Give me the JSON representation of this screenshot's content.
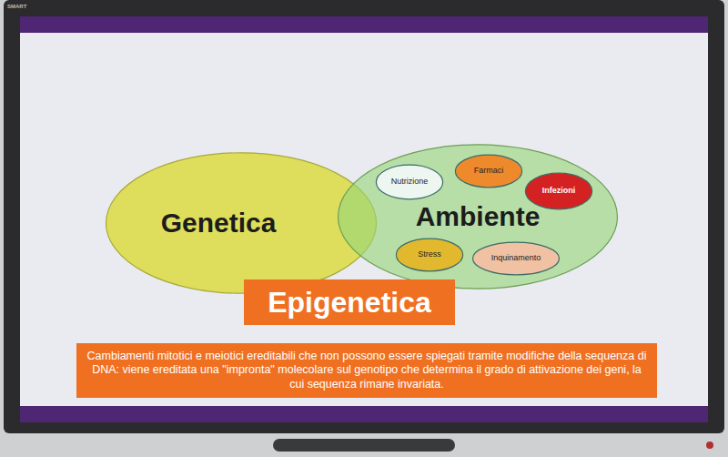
{
  "diagram": {
    "nodes": [
      {
        "text": [
          "Genetica"
        ]
      },
      {
        "text": [
          "Ambiente"
        ]
      },
      {
        "text": [
          "Nutrizione"
        ],
        "in": 1
      },
      {
        "text": [
          "Farmaci"
        ],
        "in": 1
      },
      {
        "text": [
          "Infezioni"
        ],
        "in": 1
      },
      {
        "text": [
          "Stress"
        ],
        "in": 1
      },
      {
        "text": [
          "Inquinamento"
        ],
        "in": 1
      },
      {
        "text": [
          "Epigenetica"
        ]
      },
      {
        "text": [
          "Cambiamenti mitotici e meiotici ereditabili che non possono essere spiegati tramite modifiche della sequenza di DNA: viene ereditata una \"impronta\" molecolare sul genotipo che determina il grado di attivazione dei geni, la cui sequenza rimane invariata."
        ]
      }
    ],
    "labels": [
      "SMART"
    ]
  }
}
